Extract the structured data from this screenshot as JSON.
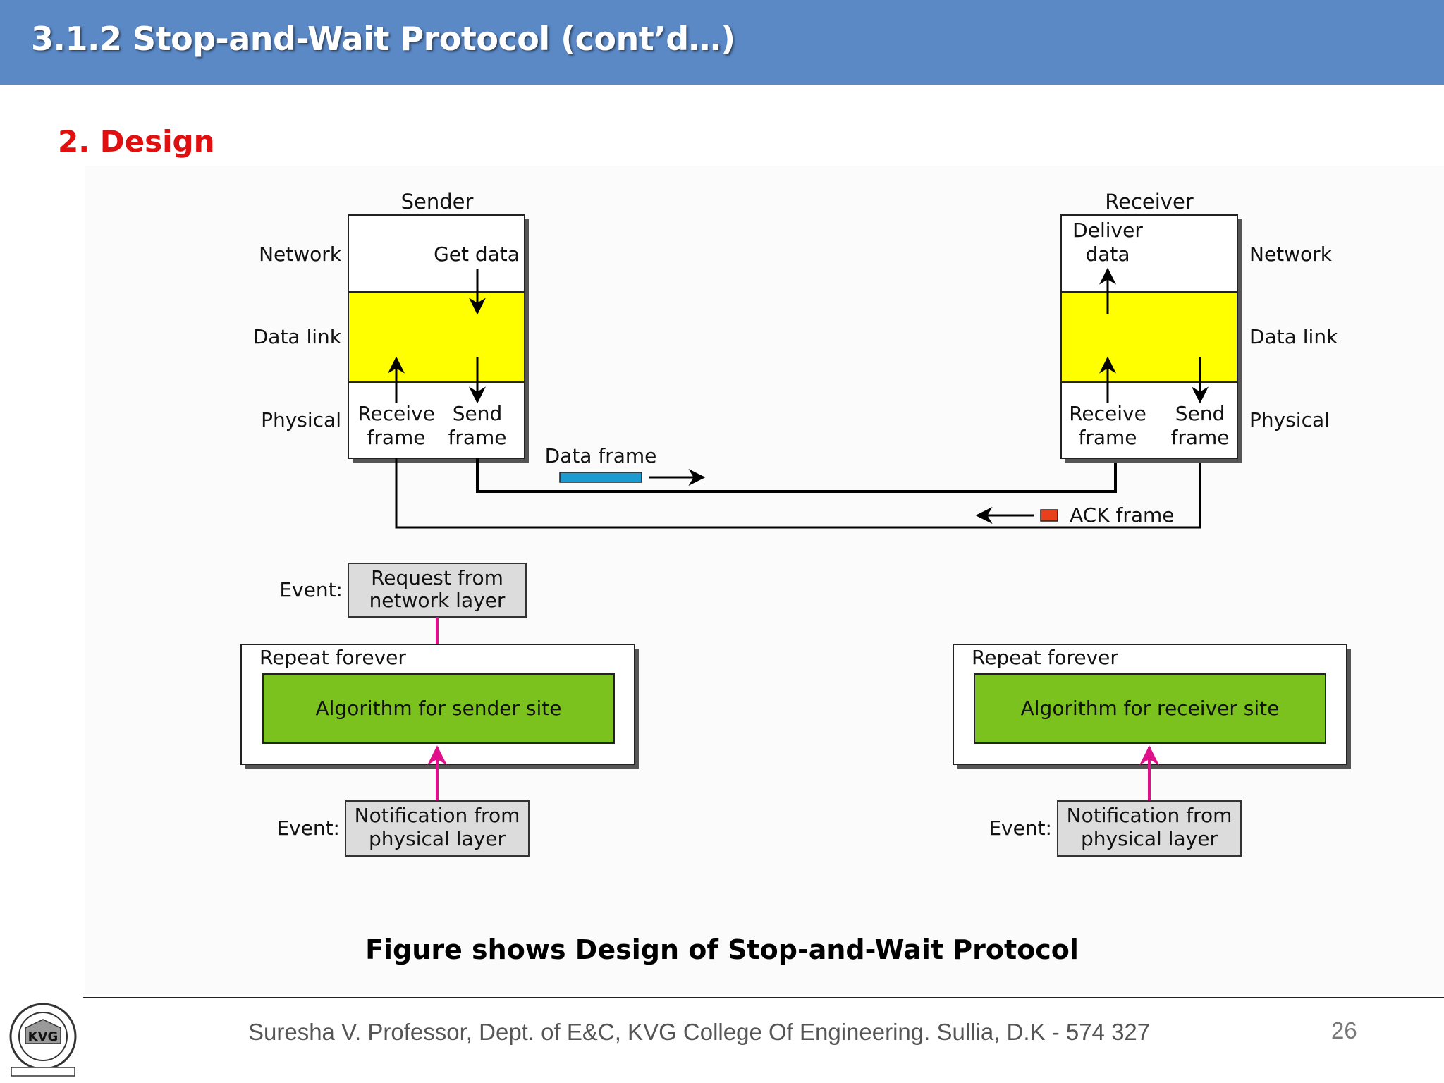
{
  "header": {
    "title": "3.1.2 Stop-and-Wait Protocol (cont’d…)"
  },
  "section": {
    "heading": "2. Design"
  },
  "diagram": {
    "sender": {
      "title": "Sender",
      "layers": {
        "network": "Network",
        "datalink": "Data link",
        "physical": "Physical"
      },
      "get_data": "Get data",
      "receive_frame": [
        "Receive",
        "frame"
      ],
      "send_frame": [
        "Send",
        "frame"
      ]
    },
    "receiver": {
      "title": "Receiver",
      "layers": {
        "network": "Network",
        "datalink": "Data link",
        "physical": "Physical"
      },
      "deliver_data": [
        "Deliver",
        "data"
      ],
      "receive_frame": [
        "Receive",
        "frame"
      ],
      "send_frame": [
        "Send",
        "frame"
      ]
    },
    "data_frame_label": "Data frame",
    "ack_frame_label": "ACK frame",
    "sender_algo": {
      "event_label": "Event:",
      "request_event": [
        "Request from",
        "network layer"
      ],
      "repeat_label": "Repeat forever",
      "algorithm": "Algorithm for sender site",
      "notification_event": [
        "Notification from",
        "physical layer"
      ]
    },
    "receiver_algo": {
      "event_label": "Event:",
      "repeat_label": "Repeat forever",
      "algorithm": "Algorithm for receiver site",
      "notification_event": [
        "Notification from",
        "physical layer"
      ]
    },
    "colors": {
      "datalink_fill": "#ffff00",
      "algorithm_fill": "#7cc21e",
      "event_fill": "#dcdcdc",
      "event_arrow": "#e0108a",
      "data_frame": "#1b9bd0",
      "ack_frame": "#e8401a"
    }
  },
  "caption": "Figure shows Design of Stop-and-Wait Protocol",
  "footer": {
    "text": "Suresha V. Professor, Dept. of  E&C, KVG College Of Engineering. Sullia, D.K - 574 327",
    "page_number": "26",
    "logo_text": "KVG"
  }
}
